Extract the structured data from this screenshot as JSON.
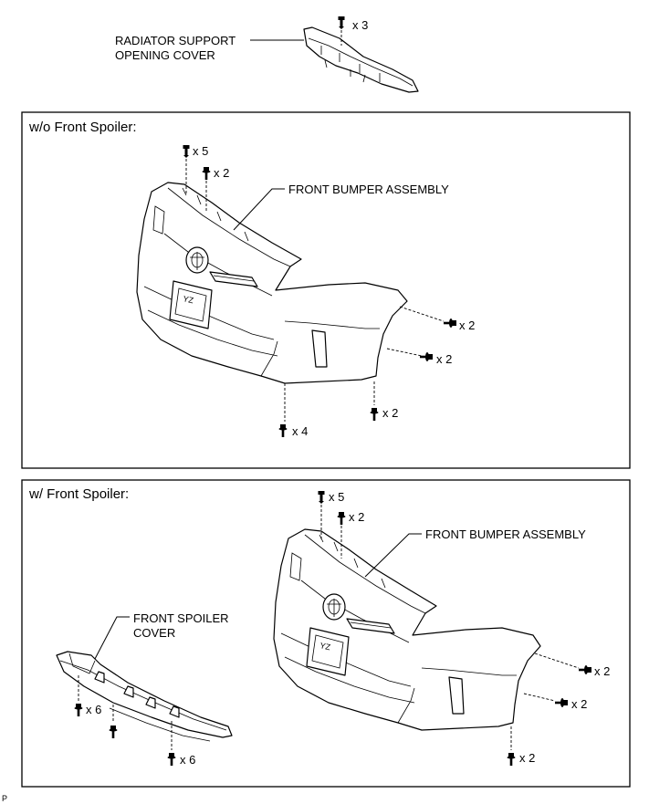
{
  "top": {
    "radiator_cover_label_line1": "RADIATOR SUPPORT",
    "radiator_cover_label_line2": "OPENING COVER",
    "clip_count": "x 3"
  },
  "panel_without_spoiler": {
    "title": "w/o Front Spoiler:",
    "bumper_label": "FRONT BUMPER ASSEMBLY",
    "counts": {
      "top_clips": "x 5",
      "top_screws": "x 2",
      "side_screws_upper": "x 2",
      "side_screws_lower": "x 2",
      "bottom_screws_right": "x 2",
      "bottom_screws_center": "x 4"
    }
  },
  "panel_with_spoiler": {
    "title": "w/ Front Spoiler:",
    "bumper_label": "FRONT BUMPER ASSEMBLY",
    "spoiler_label_line1": "FRONT SPOILER",
    "spoiler_label_line2": "COVER",
    "counts": {
      "top_clips": "x 5",
      "top_screws": "x 2",
      "side_screws_upper": "x 2",
      "side_screws_lower": "x 2",
      "bottom_screws_right": "x 2",
      "spoiler_screws_left": "x 6",
      "spoiler_screws_bottom": "x 6"
    }
  },
  "footer": {
    "code": "P"
  }
}
